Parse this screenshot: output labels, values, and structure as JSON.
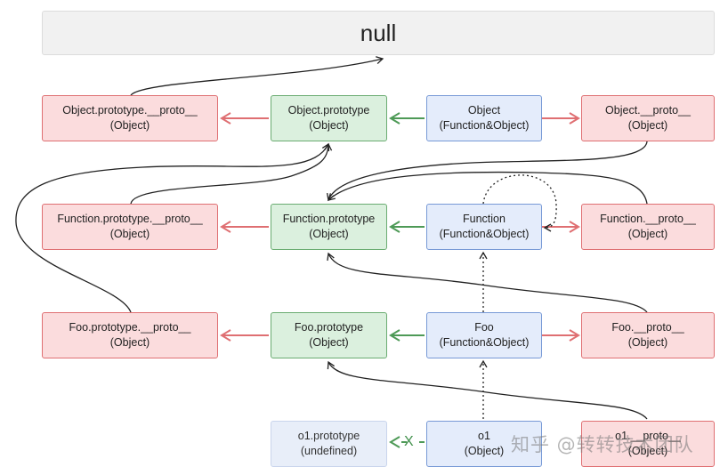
{
  "null_label": "null",
  "nodes": {
    "op_proto": {
      "line1": "Object.prototype.__proto__",
      "line2": "(Object)"
    },
    "op": {
      "line1": "Object.prototype",
      "line2": "(Object)"
    },
    "obj": {
      "line1": "Object",
      "line2": "(Function&Object)"
    },
    "obj_proto": {
      "line1": "Object.__proto__",
      "line2": "(Object)"
    },
    "fp_proto": {
      "line1": "Function.prototype.__proto__",
      "line2": "(Object)"
    },
    "fp": {
      "line1": "Function.prototype",
      "line2": "(Object)"
    },
    "fn": {
      "line1": "Function",
      "line2": "(Function&Object)"
    },
    "fn_proto": {
      "line1": "Function.__proto__",
      "line2": "(Object)"
    },
    "foop_proto": {
      "line1": "Foo.prototype.__proto__",
      "line2": "(Object)"
    },
    "foop": {
      "line1": "Foo.prototype",
      "line2": "(Object)"
    },
    "foo": {
      "line1": "Foo",
      "line2": "(Function&Object)"
    },
    "foo_proto": {
      "line1": "Foo.__proto__",
      "line2": "(Object)"
    },
    "o1p": {
      "line1": "o1.prototype",
      "line2": "(undefined)"
    },
    "o1": {
      "line1": "o1",
      "line2": "(Object)"
    },
    "o1_proto": {
      "line1": "o1.__proto__",
      "line2": "(Object)"
    }
  },
  "x_mark": "X",
  "watermark": "知乎 @转转技术团队",
  "colors": {
    "red": "#df6f72",
    "green": "#4e9a57",
    "blue": "#7799d6",
    "line": "#222222"
  }
}
